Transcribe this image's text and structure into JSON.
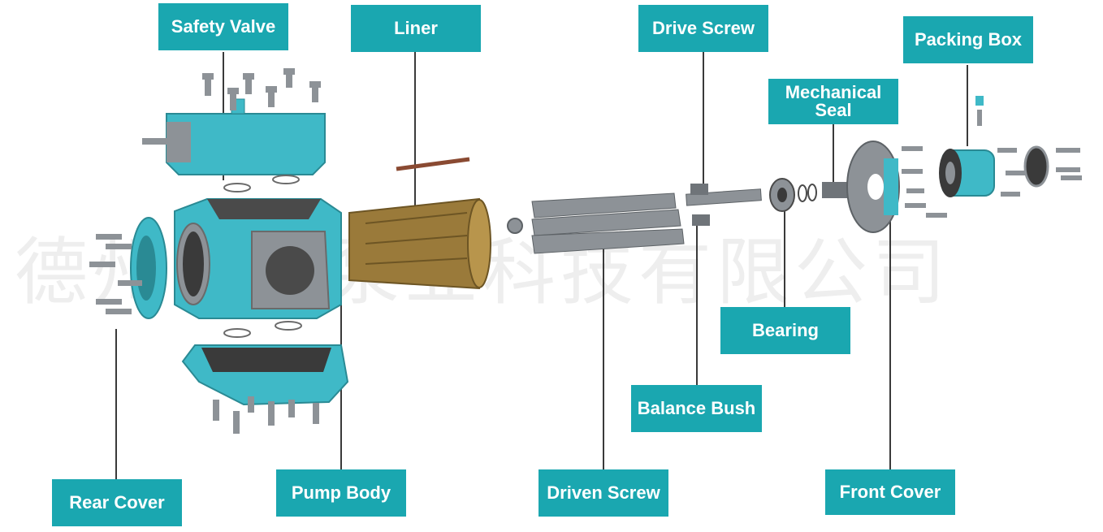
{
  "colors": {
    "teal": "#1aa7b0",
    "body_teal": "#3fb9c7",
    "steel": "#8d9297",
    "brass": "#9a7a3a",
    "leader_line": "#3a3a3a"
  },
  "watermark": "德州泰鑫泵业科技有限公司",
  "labels": {
    "safety_valve": "Safety Valve",
    "liner": "Liner",
    "drive_screw": "Drive Screw",
    "packing_box": "Packing Box",
    "mechanical_seal": "Mechanical Seal",
    "bearing": "Bearing",
    "balance_bush": "Balance Bush",
    "rear_cover": "Rear Cover",
    "pump_body": "Pump Body",
    "driven_screw": "Driven Screw",
    "front_cover": "Front Cover"
  }
}
